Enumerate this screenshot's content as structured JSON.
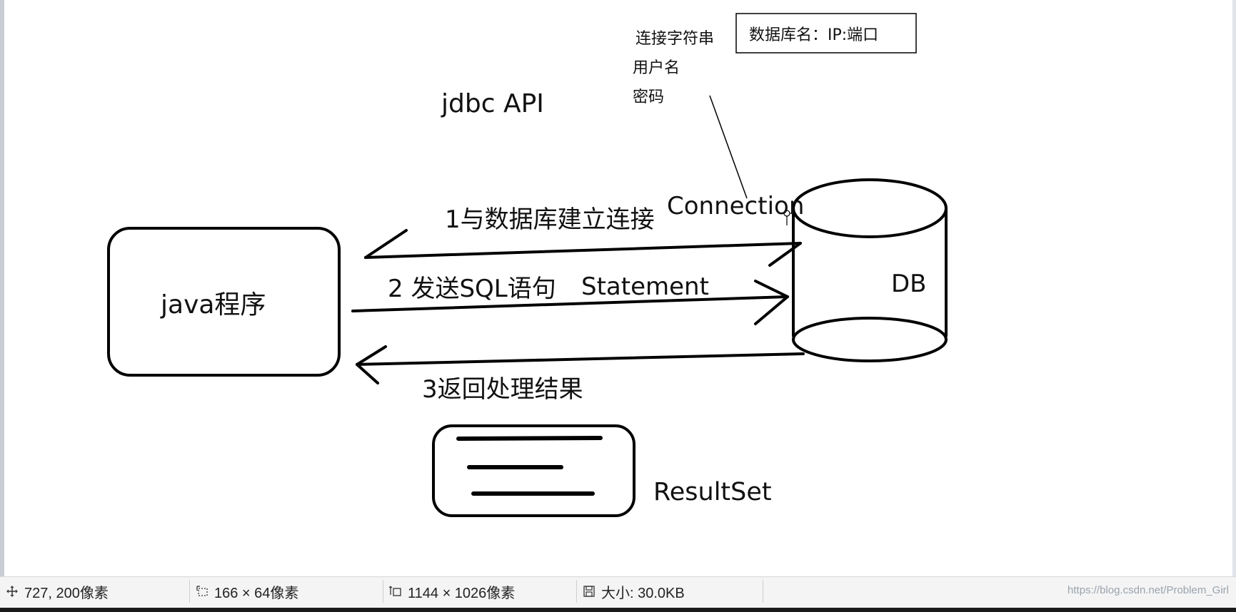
{
  "diagram": {
    "java_program": "java程序",
    "db": "DB",
    "jdbc_api": "jdbc API",
    "step1": "1与数据库建立连接",
    "connection": "Connection",
    "step2": "2 发送SQL语句",
    "statement": "Statement",
    "step3": "3返回处理结果",
    "resultset": "ResultSet",
    "conn_string": "连接字符串",
    "username": "用户名",
    "password": "密码",
    "db_box": "数据库名：IP:端口"
  },
  "statusbar": {
    "cursor_pos": "727, 200像素",
    "selection_size": "166 × 64像素",
    "image_size": "1144 × 1026像素",
    "file_size": "大小: 30.0KB",
    "watermark": "https://blog.csdn.net/Problem_Girl"
  },
  "icons": {
    "cursor": "move-crosshair-icon",
    "selection": "selection-rect-icon",
    "image_size": "image-size-icon",
    "disk": "save-disk-icon"
  }
}
